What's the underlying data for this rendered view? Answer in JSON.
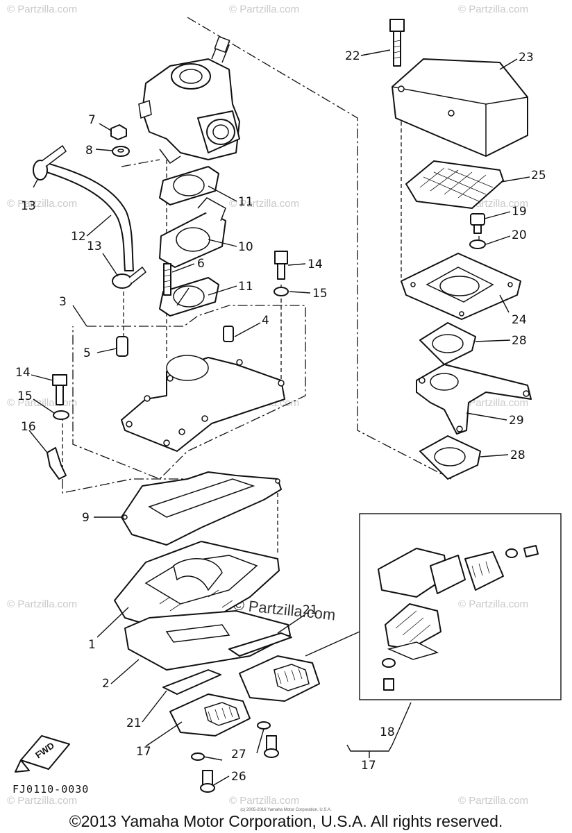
{
  "watermark": {
    "text": "© Partzilla.com",
    "main_text": "© Partzilla.com"
  },
  "callouts": [
    {
      "id": "c1",
      "label": "1"
    },
    {
      "id": "c2",
      "label": "2"
    },
    {
      "id": "c3",
      "label": "3"
    },
    {
      "id": "c4",
      "label": "4"
    },
    {
      "id": "c5",
      "label": "5"
    },
    {
      "id": "c6",
      "label": "6"
    },
    {
      "id": "c7",
      "label": "7"
    },
    {
      "id": "c8",
      "label": "8"
    },
    {
      "id": "c9",
      "label": "9"
    },
    {
      "id": "c10",
      "label": "10"
    },
    {
      "id": "c11a",
      "label": "11"
    },
    {
      "id": "c11b",
      "label": "11"
    },
    {
      "id": "c12",
      "label": "12"
    },
    {
      "id": "c13a",
      "label": "13"
    },
    {
      "id": "c13b",
      "label": "13"
    },
    {
      "id": "c14a",
      "label": "14"
    },
    {
      "id": "c14b",
      "label": "14"
    },
    {
      "id": "c15a",
      "label": "15"
    },
    {
      "id": "c15b",
      "label": "15"
    },
    {
      "id": "c16",
      "label": "16"
    },
    {
      "id": "c17a",
      "label": "17"
    },
    {
      "id": "c17b",
      "label": "17"
    },
    {
      "id": "c18",
      "label": "18"
    },
    {
      "id": "c19",
      "label": "19"
    },
    {
      "id": "c20",
      "label": "20"
    },
    {
      "id": "c21a",
      "label": "21"
    },
    {
      "id": "c21b",
      "label": "21"
    },
    {
      "id": "c22",
      "label": "22"
    },
    {
      "id": "c23",
      "label": "23"
    },
    {
      "id": "c24",
      "label": "24"
    },
    {
      "id": "c25",
      "label": "25"
    },
    {
      "id": "c26",
      "label": "26"
    },
    {
      "id": "c27",
      "label": "27"
    },
    {
      "id": "c28a",
      "label": "28"
    },
    {
      "id": "c28b",
      "label": "28"
    },
    {
      "id": "c29",
      "label": "29"
    }
  ],
  "fwd_label": "FWD",
  "diagram_code": "FJ0110-0030",
  "small_copyright": "(c) 2005-2016 Yamaha Motor Corporation, U.S.A.",
  "copyright": "©2013 Yamaha Motor Corporation, U.S.A. All rights reserved."
}
